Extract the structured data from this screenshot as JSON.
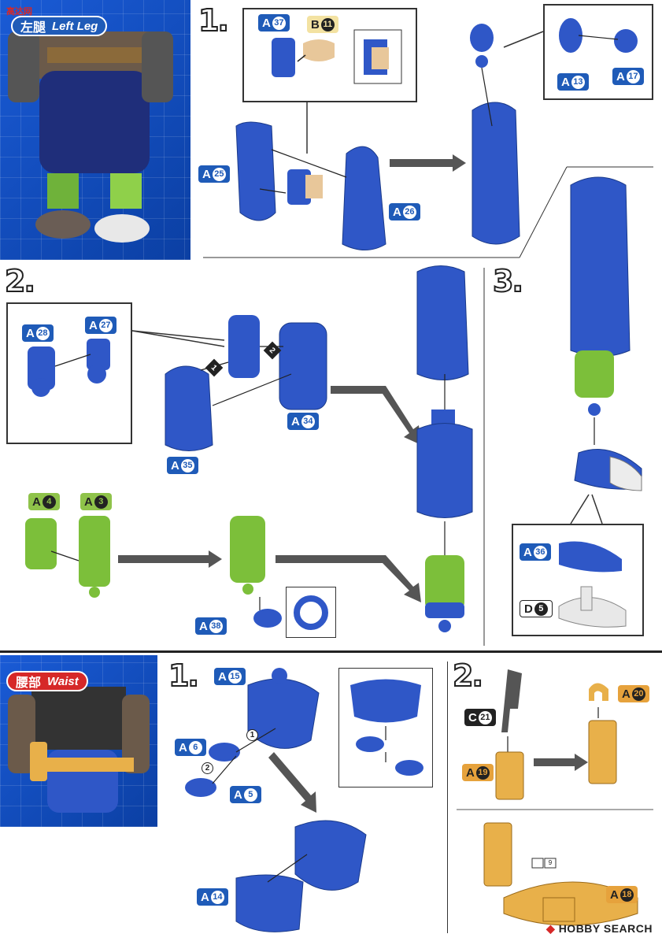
{
  "top_section": {
    "tag_prefix": "左腿",
    "tag": "Left Leg",
    "watermark": "高达网"
  },
  "bottom_section": {
    "tag_prefix": "腰部",
    "tag": "Waist"
  },
  "steps": {
    "leg_1": "1.",
    "leg_2": "2.",
    "leg_3": "3.",
    "waist_1": "1.",
    "waist_2": "2."
  },
  "labels": {
    "a37": {
      "letter": "A",
      "num": "37"
    },
    "b11": {
      "letter": "B",
      "num": "11"
    },
    "a25": {
      "letter": "A",
      "num": "25"
    },
    "a26": {
      "letter": "A",
      "num": "26"
    },
    "a13": {
      "letter": "A",
      "num": "13"
    },
    "a17": {
      "letter": "A",
      "num": "17"
    },
    "a28": {
      "letter": "A",
      "num": "28"
    },
    "a27": {
      "letter": "A",
      "num": "27"
    },
    "a34": {
      "letter": "A",
      "num": "34"
    },
    "a35": {
      "letter": "A",
      "num": "35"
    },
    "a4": {
      "letter": "A",
      "num": "4"
    },
    "a3": {
      "letter": "A",
      "num": "3"
    },
    "a38": {
      "letter": "A",
      "num": "38"
    },
    "a36": {
      "letter": "A",
      "num": "36"
    },
    "d5": {
      "letter": "D",
      "num": "5"
    },
    "a15": {
      "letter": "A",
      "num": "15"
    },
    "a6": {
      "letter": "A",
      "num": "6"
    },
    "a5": {
      "letter": "A",
      "num": "5"
    },
    "a14": {
      "letter": "A",
      "num": "14"
    },
    "c21": {
      "letter": "C",
      "num": "21"
    },
    "a20": {
      "letter": "A",
      "num": "20"
    },
    "a19": {
      "letter": "A",
      "num": "19"
    },
    "a18": {
      "letter": "A",
      "num": "18"
    }
  },
  "order_markers": {
    "m1": "1",
    "m2": "2",
    "w1": "1",
    "w2": "2"
  },
  "sticker_num": "9",
  "footer": {
    "brand": "HOBBY SEARCH"
  },
  "colors": {
    "blue_part": "#2f57c7",
    "green_part": "#7cbf3a",
    "orange_part": "#e8b04a",
    "tan_part": "#e8c79a",
    "gray_part": "#555555"
  }
}
